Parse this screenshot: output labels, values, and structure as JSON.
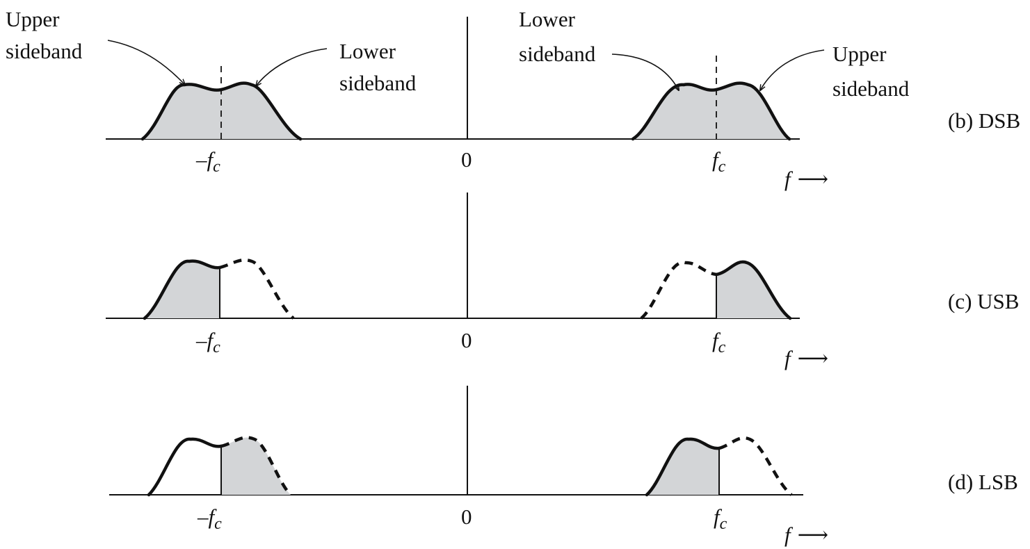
{
  "panels": [
    {
      "id": "dsb",
      "caption": "(b) DSB",
      "tick_neg": "–f",
      "tick_zero": "0",
      "tick_pos": "f",
      "tick_sub": "c",
      "axis_symbol": "f",
      "axis_arrow": "⟶",
      "annotations": {
        "left_upper": [
          "Upper",
          "sideband"
        ],
        "left_lower": [
          "Lower",
          "sideband"
        ],
        "right_lower": [
          "Lower",
          "sideband"
        ],
        "right_upper": [
          "Upper",
          "sideband"
        ]
      }
    },
    {
      "id": "usb",
      "caption": "(c) USB",
      "tick_neg": "–f",
      "tick_zero": "0",
      "tick_pos": "f",
      "tick_sub": "c",
      "axis_symbol": "f",
      "axis_arrow": "⟶"
    },
    {
      "id": "lsb",
      "caption": "(d) LSB",
      "tick_neg": "–f",
      "tick_zero": "0",
      "tick_pos": "f",
      "tick_sub": "c",
      "axis_symbol": "f",
      "axis_arrow": "⟶"
    }
  ],
  "colors": {
    "ink": "#111111",
    "shade": "#d3d5d7"
  }
}
